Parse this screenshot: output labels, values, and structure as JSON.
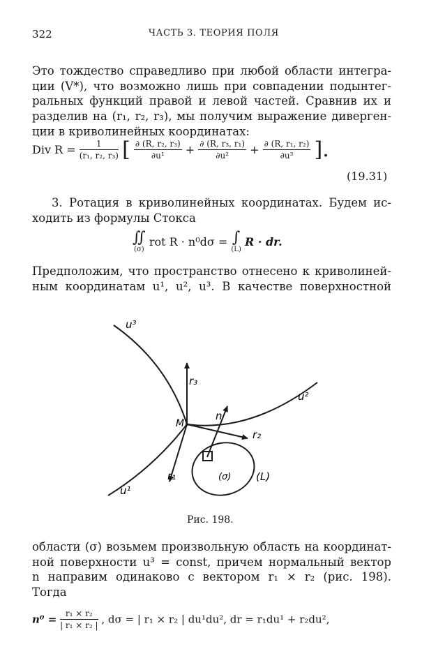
{
  "header": {
    "page_number": "322",
    "title": "ЧАСТЬ 3. ТЕОРИЯ ПОЛЯ"
  },
  "para1": {
    "lines": [
      "Это тождество справедливо при любой области интегра-",
      "ции (V*), что возможно лишь при совпадении подынтег-",
      "ральных функций правой и левой частей. Сравнив их и",
      "разделив на (r₁, r₂, r₃), мы получим выражение диверген-",
      "ции в криволинейных координатах:"
    ]
  },
  "formula_div": {
    "lhs": "Div R =",
    "pref_num": "1",
    "pref_den": "(r₁, r₂, r₃)",
    "term1_num": "∂ (R, r₂, r₃)",
    "term1_den": "∂u¹",
    "term2_num": "∂ (R, r₃, r₁)",
    "term2_den": "∂u²",
    "term3_num": "∂ (R, r₁, r₂)",
    "term3_den": "∂u³",
    "number": "(19.31)"
  },
  "section3": {
    "lines": [
      "3. Ротация в криволинейных координатах. Будем ис-",
      "ходить из формулы Стокса"
    ]
  },
  "stokes": {
    "lhs_int": "∬",
    "lhs_sub": "(σ)",
    "lhs_body": "rot R · n⁰dσ =",
    "rhs_int": "∫",
    "rhs_sub": "(L)",
    "rhs_body": "R · dr."
  },
  "para2": {
    "lines": [
      "Предположим, что пространство отнесено к криволиней-",
      "ным координатам u¹, u², u³. В качестве поверхностной"
    ]
  },
  "figure": {
    "labels": {
      "u3": "u³",
      "u2": "u²",
      "u1": "u¹",
      "r3": "r₃",
      "r2": "r₂",
      "r1": "r₁",
      "n": "n",
      "M": "M",
      "sigma": "(σ)",
      "L": "(L)"
    },
    "caption": "Рис. 198."
  },
  "para3": {
    "lines": [
      "области (σ) возьмем произвольную область на координат-",
      "ной поверхности u³ = const, причем нормальный вектор",
      "n направим одинаково с вектором r₁ × r₂ (рис. 198).",
      "Тогда"
    ]
  },
  "formula_last": {
    "n0": "n⁰ =",
    "frac_num": "r₁ × r₂",
    "frac_den": "| r₁ × r₂ |",
    "rest": ",   dσ = | r₁ × r₂ | du¹du²,  dr = r₁du¹ + r₂du²,"
  }
}
